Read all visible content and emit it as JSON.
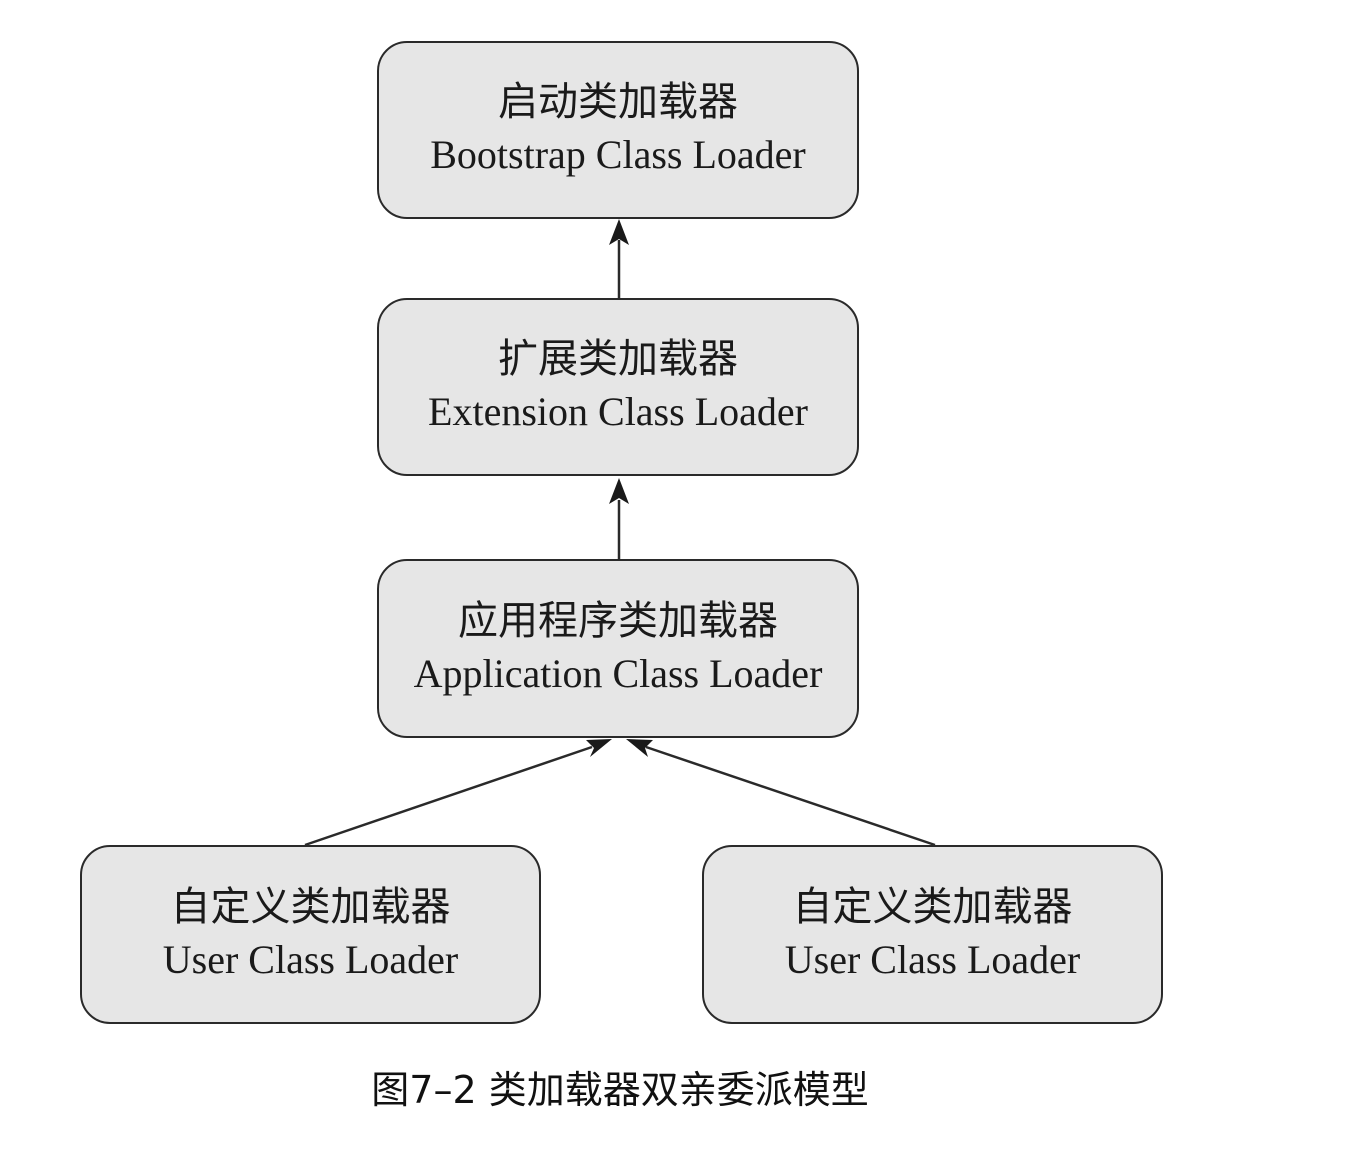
{
  "nodes": {
    "bootstrap": {
      "zh": "启动类加载器",
      "en": "Bootstrap Class Loader"
    },
    "extension": {
      "zh": "扩展类加载器",
      "en": "Extension Class Loader"
    },
    "application": {
      "zh": "应用程序类加载器",
      "en": "Application Class Loader"
    },
    "user1": {
      "zh": "自定义类加载器",
      "en": "User Class Loader"
    },
    "user2": {
      "zh": "自定义类加载器",
      "en": "User Class Loader"
    }
  },
  "edges": [
    {
      "from": "extension",
      "to": "bootstrap"
    },
    {
      "from": "application",
      "to": "extension"
    },
    {
      "from": "user1",
      "to": "application"
    },
    {
      "from": "user2",
      "to": "application"
    }
  ],
  "caption": "图7–2 类加载器双亲委派模型"
}
